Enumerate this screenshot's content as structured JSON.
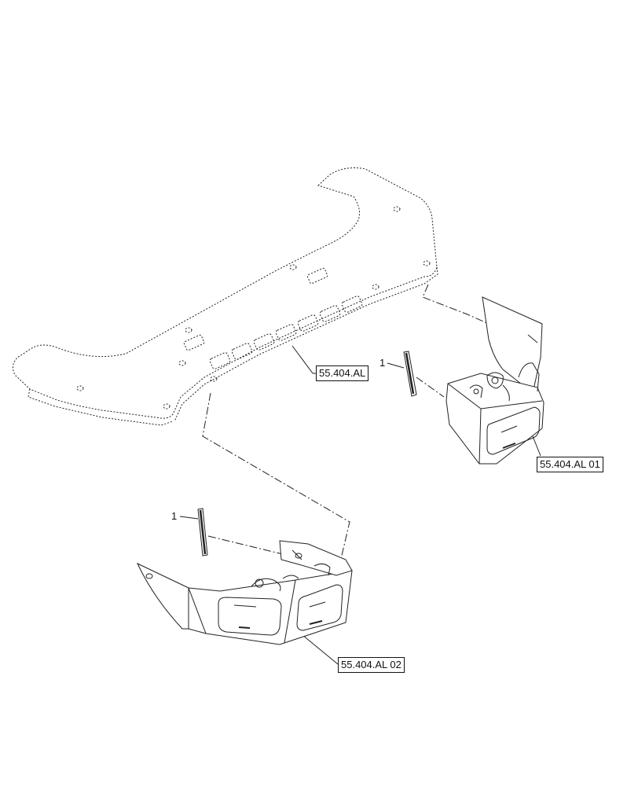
{
  "callouts": {
    "top_panel_ref": "55.404.AL",
    "right_lamp_ref": "55.404.AL 01",
    "left_lamp_ref": "55.404.AL 02",
    "item_right": "1",
    "item_left": "1"
  }
}
